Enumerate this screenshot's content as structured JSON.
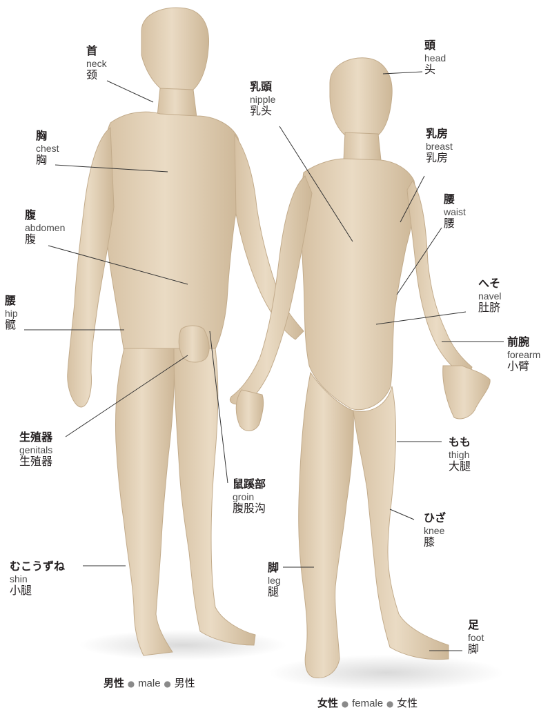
{
  "colors": {
    "skin": "#e4d2b8",
    "skin_shadow": "#c9b394",
    "leader": "#333333"
  },
  "labels": {
    "neck": {
      "ja": "首",
      "en": "neck",
      "zh": "颈"
    },
    "chest": {
      "ja": "胸",
      "en": "chest",
      "zh": "胸"
    },
    "abdomen": {
      "ja": "腹",
      "en": "abdomen",
      "zh": "腹"
    },
    "hip": {
      "ja": "腰",
      "en": "hip",
      "zh": "髋"
    },
    "genitals": {
      "ja": "生殖器",
      "en": "genitals",
      "zh": "生殖器"
    },
    "groin": {
      "ja": "鼠蹊部",
      "en": "groin",
      "zh": "腹股沟"
    },
    "shin": {
      "ja": "むこうずね",
      "en": "shin",
      "zh": "小腿"
    },
    "nipple": {
      "ja": "乳頭",
      "en": "nipple",
      "zh": "乳头"
    },
    "head": {
      "ja": "頭",
      "en": "head",
      "zh": "头"
    },
    "breast": {
      "ja": "乳房",
      "en": "breast",
      "zh": "乳房"
    },
    "waist": {
      "ja": "腰",
      "en": "waist",
      "zh": "腰"
    },
    "navel": {
      "ja": "へそ",
      "en": "navel",
      "zh": "肚脐"
    },
    "forearm": {
      "ja": "前腕",
      "en": "forearm",
      "zh": "小臂"
    },
    "thigh": {
      "ja": "もも",
      "en": "thigh",
      "zh": "大腿"
    },
    "knee": {
      "ja": "ひざ",
      "en": "knee",
      "zh": "膝"
    },
    "leg": {
      "ja": "脚",
      "en": "leg",
      "zh": "腿"
    },
    "foot": {
      "ja": "足",
      "en": "foot",
      "zh": "脚"
    }
  },
  "captions": {
    "male": {
      "ja": "男性",
      "en": "male",
      "zh": "男性"
    },
    "female": {
      "ja": "女性",
      "en": "female",
      "zh": "女性"
    }
  }
}
